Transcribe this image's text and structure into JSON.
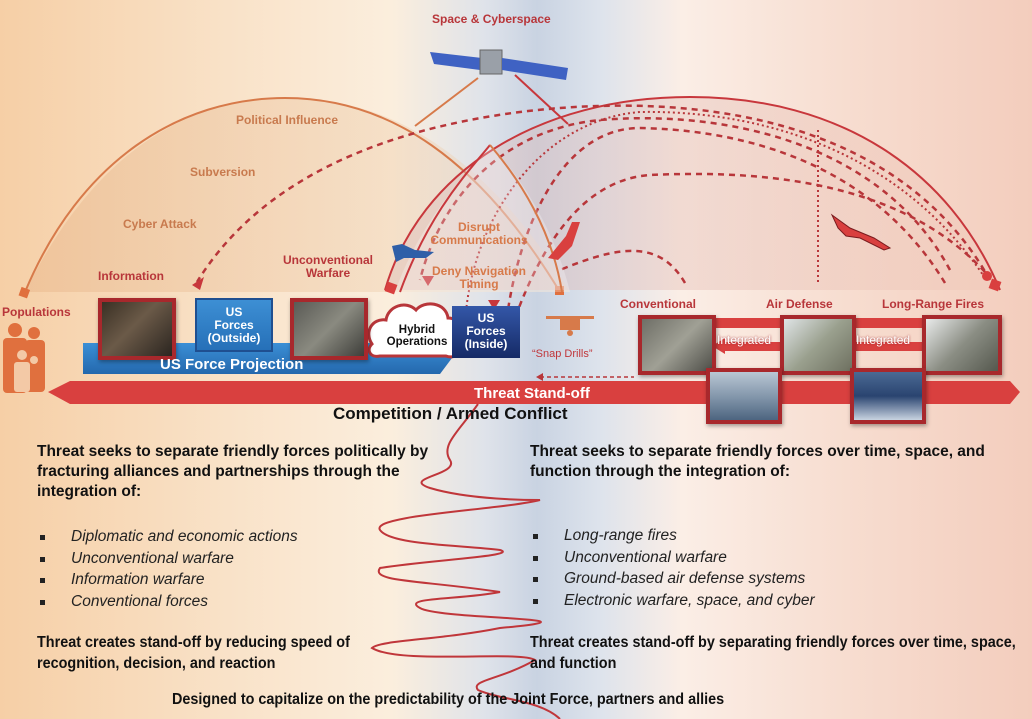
{
  "top_label": "Space & Cyberspace",
  "left_arc_labels": {
    "political_influence": "Political Influence",
    "subversion": "Subversion",
    "cyber_attack": "Cyber Attack"
  },
  "left_elements": {
    "populations": "Populations",
    "information": "Information",
    "unconventional_warfare": "Unconventional Warfare",
    "us_forces_outside": [
      "US",
      "Forces",
      "(Outside)"
    ],
    "us_force_projection": "US Force Projection"
  },
  "center_elements": {
    "disrupt_communications": [
      "Disrupt",
      "Communications"
    ],
    "deny_navigation_timing": [
      "Deny Navigation",
      "Timing"
    ],
    "hybrid_operations": [
      "Hybrid",
      "Operations"
    ],
    "us_forces_inside": [
      "US",
      "Forces",
      "(Inside)"
    ],
    "snap_drills": "“Snap Drills”"
  },
  "right_elements": {
    "conventional": "Conventional",
    "air_defense": "Air Defense",
    "long_range_fires": "Long-Range Fires",
    "integrated_left": "Integrated",
    "integrated_right": "Integrated"
  },
  "bar": {
    "threat_standoff": "Threat Stand-off",
    "competition": "Competition / Armed Conflict"
  },
  "left_text": {
    "intro": "Threat seeks to separate friendly forces politically by fracturing alliances and partnerships through the integration of:",
    "bullets": [
      "Diplomatic and economic actions",
      "Unconventional warfare",
      "Information warfare",
      "Conventional forces"
    ],
    "standoff": "Threat creates stand-off by reducing speed of recognition, decision, and reaction"
  },
  "right_text": {
    "intro": "Threat seeks to separate friendly forces over time, space, and function through the integration of:",
    "bullets": [
      "Long-range fires",
      "Unconventional warfare",
      "Ground-based air defense systems",
      "Electronic warfare, space, and cyber"
    ],
    "standoff": "Threat creates stand-off by separating friendly forces over time, space, and function"
  },
  "footer": "Designed to capitalize on the predictability of the Joint Force, partners and allies",
  "colors": {
    "threat_red": "#d9403f",
    "us_blue": "#2f7fc8",
    "navy": "#1d3a80",
    "orange": "#e07040"
  }
}
